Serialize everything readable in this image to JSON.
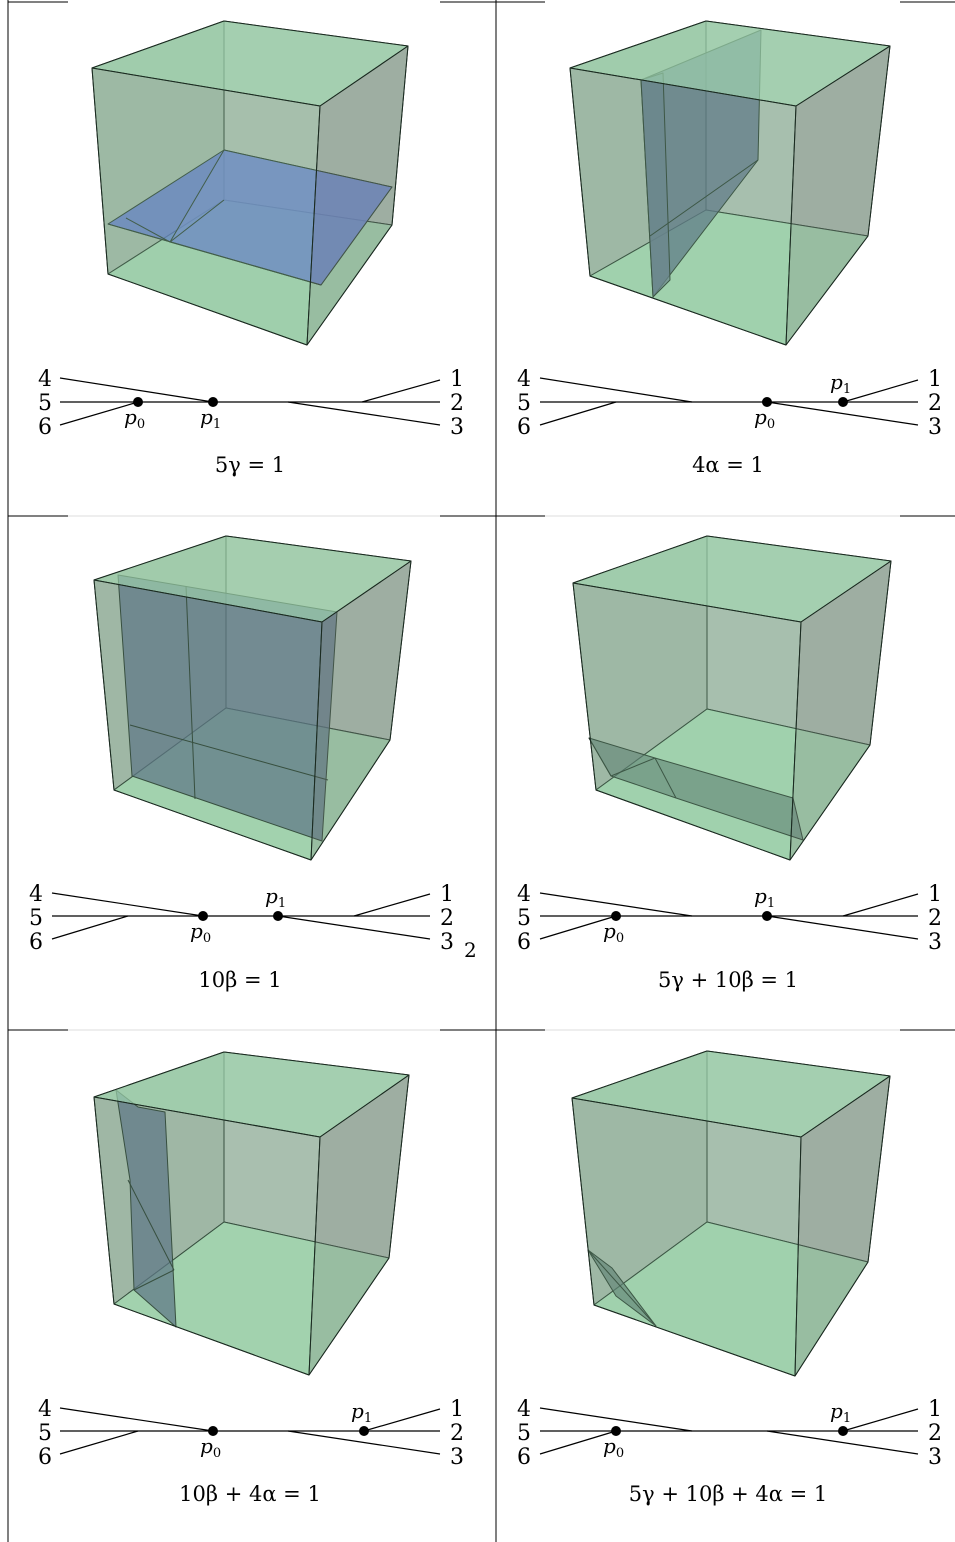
{
  "panels": [
    {
      "id": "p1",
      "caption": "5γ = 1",
      "external_left": [
        "4",
        "5",
        "6"
      ],
      "external_right": [
        "1",
        "2",
        "3"
      ],
      "vertex_labels": {
        "p0": "p",
        "p0_sub": "0",
        "p1": "p",
        "p1_sub": "1"
      }
    },
    {
      "id": "p2",
      "caption": "4α = 1",
      "external_left": [
        "4",
        "5",
        "6"
      ],
      "external_right": [
        "1",
        "2",
        "3"
      ],
      "vertex_labels": {
        "p0": "p",
        "p0_sub": "0",
        "p1": "p",
        "p1_sub": "1"
      }
    },
    {
      "id": "p3",
      "caption": "10β = 1",
      "external_left": [
        "4",
        "5",
        "6"
      ],
      "external_right": [
        "1",
        "2",
        "3"
      ],
      "vertex_labels": {
        "p0": "p",
        "p0_sub": "0",
        "p1": "p",
        "p1_sub": "1"
      }
    },
    {
      "id": "p4",
      "caption": "5γ + 10β = 1",
      "external_left": [
        "4",
        "5",
        "6"
      ],
      "external_right": [
        "1",
        "2",
        "3"
      ],
      "vertex_labels": {
        "p0": "p",
        "p0_sub": "0",
        "p1": "p",
        "p1_sub": "1"
      }
    },
    {
      "id": "p5",
      "caption": "10β + 4α = 1",
      "external_left": [
        "4",
        "5",
        "6"
      ],
      "external_right": [
        "1",
        "2",
        "3"
      ],
      "vertex_labels": {
        "p0": "p",
        "p0_sub": "0",
        "p1": "p",
        "p1_sub": "1"
      }
    },
    {
      "id": "p6",
      "caption": "5γ + 10β + 4α = 1",
      "external_left": [
        "4",
        "5",
        "6"
      ],
      "external_right": [
        "1",
        "2",
        "3"
      ],
      "vertex_labels": {
        "p0": "p",
        "p0_sub": "0",
        "p1": "p",
        "p1_sub": "1"
      }
    }
  ],
  "stray_number": "2",
  "colors": {
    "cube_face": "#8fcaa0",
    "cube_back": "#7a8f80",
    "plane_blue": "#4f64d8",
    "plane_slate": "#4d6080",
    "edge": "#1a2a20"
  }
}
